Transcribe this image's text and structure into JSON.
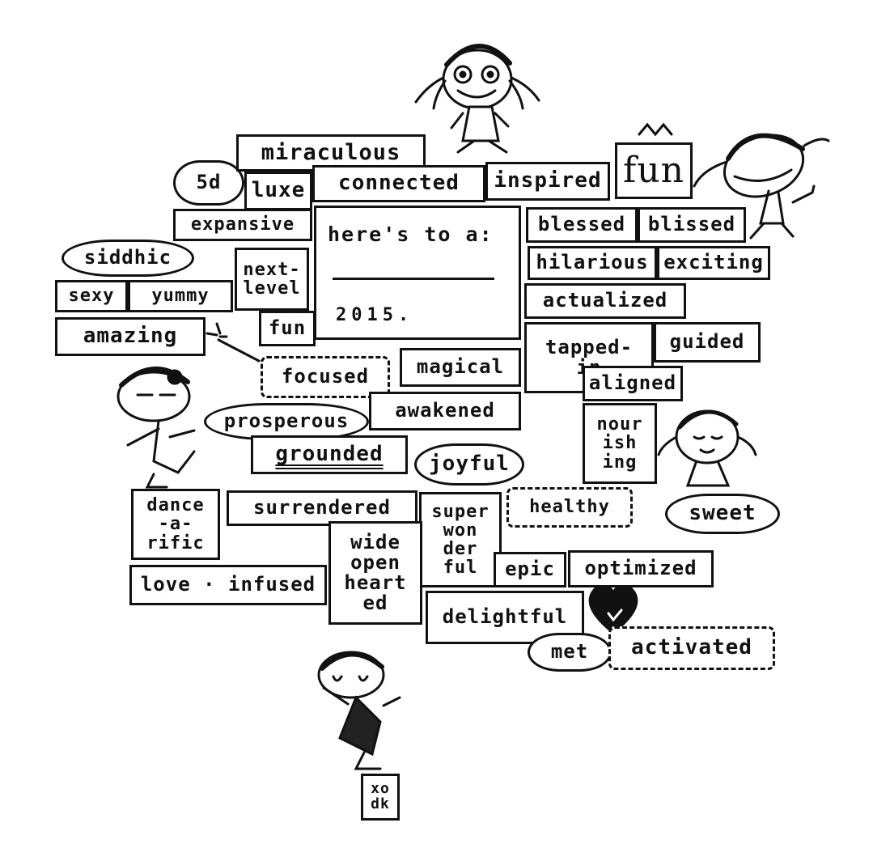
{
  "card": {
    "line1": "here's to a:",
    "line2": "2015."
  },
  "words": {
    "miraculous": "miraculous",
    "five_d": "5d",
    "luxe": "luxe",
    "connected": "connected",
    "inspired": "inspired",
    "fun_big": "fun",
    "expansive": "expansive",
    "siddhic": "siddhic",
    "next_level": "next-\nlevel",
    "sexy": "sexy",
    "yummy": "yummy",
    "amazing": "amazing",
    "fun_small": "fun",
    "blessed": "blessed",
    "blissed": "blissed",
    "hilarious": "hilarious",
    "exciting": "exciting",
    "actualized": "actualized",
    "tapped_in": "tapped-\nin",
    "guided": "guided",
    "aligned": "aligned",
    "nourishing": "nour\nish\ning",
    "focused": "focused",
    "magical": "magical",
    "prosperous": "prosperous",
    "awakened": "awakened",
    "grounded": "grounded",
    "joyful": "joyful",
    "dance_a_rific": "dance\n-a-\nrific",
    "surrendered": "surrendered",
    "super_wonderful": "super\nwon\nder\nful",
    "healthy": "healthy",
    "sweet": "sweet",
    "wide_open_hearted": "wide\nopen\nheart\ned",
    "love_infused": "love · infused",
    "epic": "epic",
    "optimized": "optimized",
    "delightful": "delightful",
    "met": "met",
    "activated": "activated",
    "signature": "xo\ndk"
  }
}
